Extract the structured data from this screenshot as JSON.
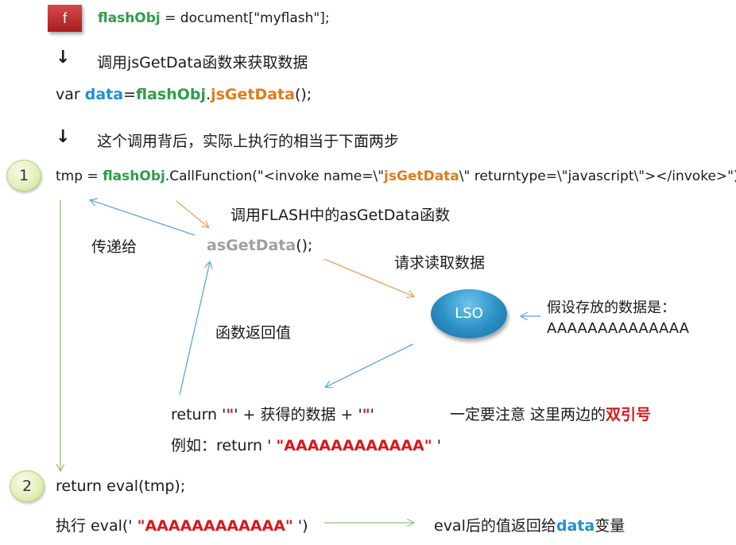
{
  "f_box": {
    "label": "f"
  },
  "line_flashobj": {
    "obj": "flashObj",
    "rest": " = document[\"myflash\"];"
  },
  "caption_call": "调用jsGetData函数来获取数据",
  "line_var": {
    "var": "var ",
    "data": "data",
    "eq": "=",
    "obj": "flashObj",
    "dot": ".",
    "method": "jsGetData",
    "tail": "();"
  },
  "caption_behind": "这个调用背后，实际上执行的相当于下面两步",
  "step1": {
    "num": "1",
    "prefix": "tmp = ",
    "obj": "flashObj",
    "mid": ".CallFunction(\"<invoke  name=\\\"",
    "method": "jsGetData",
    "suffix": "\\\"  returntype=\\\"javascript\\\"></invoke>\")"
  },
  "label_call_flash": "调用FLASH中的asGetData函数",
  "label_pass": "传递给",
  "as_call": {
    "method": "asGetData",
    "tail": "();"
  },
  "label_request": "请求读取数据",
  "lso": "LSO",
  "lso_note": {
    "line1": "假设存放的数据是：",
    "line2": "AAAAAAAAAAAAAA"
  },
  "label_return_value": "函数返回值",
  "return_line": {
    "p1": "return  '",
    "q1": "\"",
    "p2": "'  + 获得的数据 + '",
    "q2": "\"",
    "p3": "'"
  },
  "note_quotes": {
    "prefix": "一定要注意 这里两边的",
    "highlight": "双引号"
  },
  "example_line": {
    "prefix": "例如：return '  ",
    "value": "\"AAAAAAAAAAAA\"",
    "suffix": "  '"
  },
  "step2": {
    "num": "2",
    "code": "return eval(tmp);"
  },
  "eval_line": {
    "prefix": "执行 eval(' ",
    "value": "\"AAAAAAAAAAAA\"",
    "suffix": " ')"
  },
  "eval_result": {
    "prefix": "eval后的值返回给",
    "highlight": "data",
    "suffix": "变量"
  },
  "colors": {
    "green": "#2e9e4a",
    "blue": "#1f8fd1",
    "orange": "#e07b1a",
    "red": "#d9171b",
    "arrow_blue": "#5ba8d6",
    "arrow_orange": "#f0a05a",
    "arrow_green": "#8fbf7a"
  }
}
